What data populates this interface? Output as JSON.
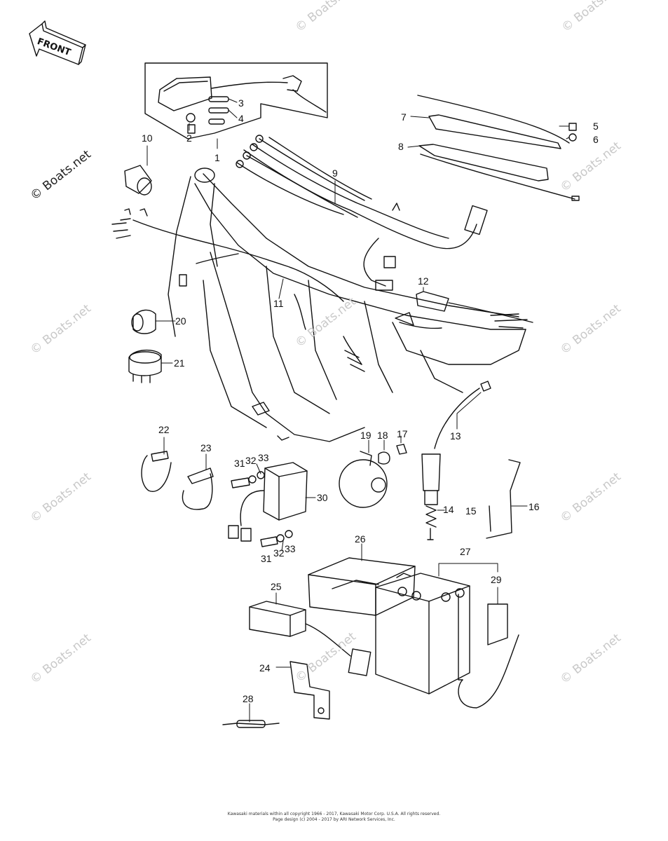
{
  "front_label": "FRONT",
  "watermark_text": "© Boats.net",
  "callouts": {
    "c1": "1",
    "c2": "2",
    "c3": "3",
    "c4": "4",
    "c5": "5",
    "c6": "6",
    "c7": "7",
    "c8": "8",
    "c9": "9",
    "c10": "10",
    "c11": "11",
    "c12": "12",
    "c13": "13",
    "c14": "14",
    "c15": "15",
    "c16": "16",
    "c17": "17",
    "c18": "18",
    "c19": "19",
    "c20": "20",
    "c21": "21",
    "c22": "22",
    "c23": "23",
    "c24": "24",
    "c25": "25",
    "c26": "26",
    "c27": "27",
    "c28": "28",
    "c29": "29",
    "c30": "30",
    "c31a": "31",
    "c32a": "32",
    "c33a": "33",
    "c31b": "31",
    "c32b": "32",
    "c33b": "33"
  },
  "footer": {
    "line1": "Kawasaki materials within all copyright 1966 - 2017, Kawasaki Motor Corp. U.S.A.  All rights reserved.",
    "line2": "Page design (c) 2004 - 2017 by ARI Network Services, Inc."
  },
  "colors": {
    "line": "#111111",
    "watermark": "#c9c9c9",
    "background": "#ffffff"
  }
}
